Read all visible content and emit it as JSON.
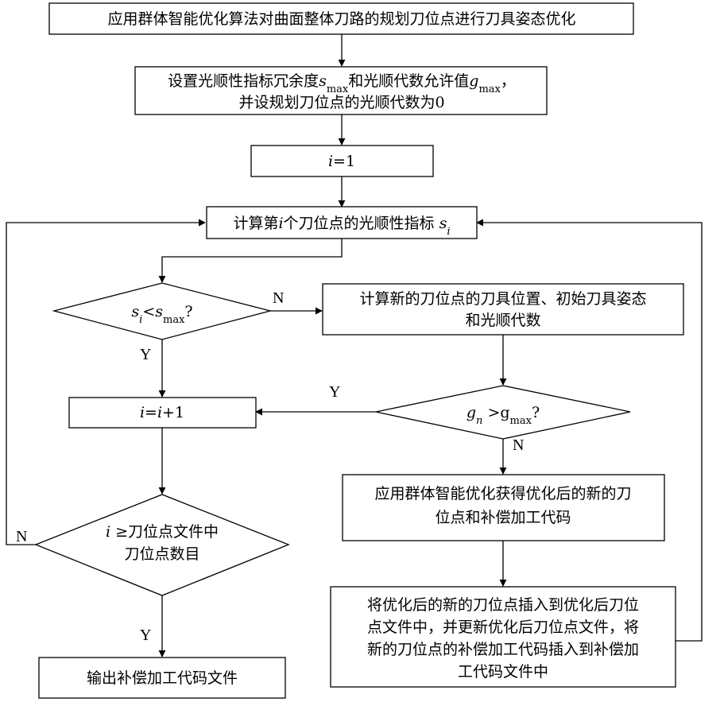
{
  "nodes": {
    "start": "应用群体智能优化算法对曲面整体刀路的规划刀位点进行刀具姿态优化",
    "init": {
      "line1_pre": "设置光顺性指标冗余度",
      "line1_s": "s",
      "line1_s_sub": "max",
      "line1_mid": "和光顺代数允许值",
      "line1_g": "g",
      "line1_g_sub": "max",
      "line1_end": "，",
      "line2": "并设规划刀位点的光顺代数为0"
    },
    "set_i": {
      "var": "i",
      "rest": "=1"
    },
    "compute": {
      "pre": "计算第",
      "var": "i",
      "mid": "个刀位点的光顺性指标 ",
      "s": "s",
      "s_sub": "i"
    },
    "decision_s": {
      "s": "s",
      "s_sub": "i",
      "lt": "<",
      "smax": "s",
      "smax_sub": "max",
      "q": "?"
    },
    "new_point": {
      "line1": "计算新的刀位点的刀具位置、初始刀具姿态",
      "line2": "和光顺代数"
    },
    "decision_g": {
      "g": "g",
      "g_sub": "n",
      "gt": " >g",
      "gmax_sub": "max",
      "q": "?"
    },
    "increment": {
      "i1": "i",
      "eq": "=",
      "i2": "i",
      "plus": "+1"
    },
    "optimize": {
      "line1": "应用群体智能优化获得优化后的新的刀",
      "line2": "位点和补偿加工代码"
    },
    "decision_i": {
      "var": "i",
      "line1_rest": " ≥刀位点文件中",
      "line2": "刀位点数目"
    },
    "insert": {
      "line1": "将优化后的新的刀位点插入到优化后刀位",
      "line2": "点文件中，并更新优化后刀位点文件，将",
      "line3": "新的刀位点的补偿加工代码插入到补偿加",
      "line4": "工代码文件中"
    },
    "output": "输出补偿加工代码文件"
  },
  "labels": {
    "s_no": "N",
    "s_yes": "Y",
    "g_yes": "Y",
    "g_no": "N",
    "i_no": "N",
    "i_yes": "Y"
  }
}
